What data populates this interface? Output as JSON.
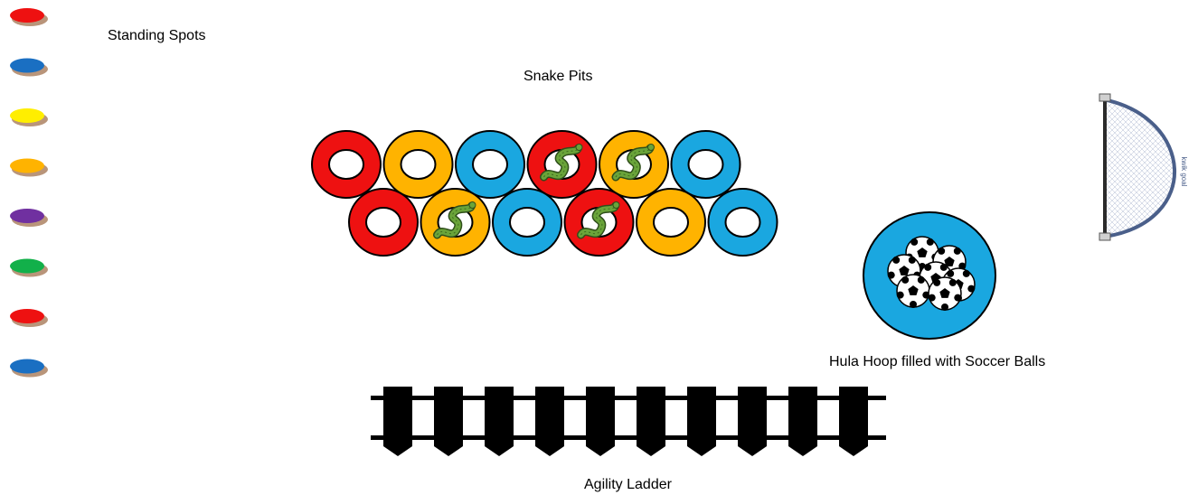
{
  "labels": {
    "standing_spots": "Standing Spots",
    "snake_pits": "Snake Pits",
    "hula_hoop": "Hula Hoop filled with Soccer Balls",
    "agility_ladder": "Agility Ladder",
    "goal_brand": "kwik goal"
  },
  "colors": {
    "red": "#ee1111",
    "orange": "#ffb300",
    "blue": "#1aa7e0",
    "spot_blue": "#1a6fc2",
    "yellow": "#ffee00",
    "purple": "#7030a0",
    "green": "#12b04a",
    "spot_shadow": "#b9957a",
    "snake": "#6aa43a",
    "net_frame": "#4a5f8a"
  },
  "standing_spots": [
    {
      "color": "red"
    },
    {
      "color": "spot_blue"
    },
    {
      "color": "yellow"
    },
    {
      "color": "orange"
    },
    {
      "color": "purple"
    },
    {
      "color": "green"
    },
    {
      "color": "red"
    },
    {
      "color": "spot_blue"
    }
  ],
  "snake_pits": {
    "top_row": [
      {
        "color": "red",
        "snake": false
      },
      {
        "color": "orange",
        "snake": false
      },
      {
        "color": "blue",
        "snake": false
      },
      {
        "color": "red",
        "snake": true
      },
      {
        "color": "orange",
        "snake": true
      },
      {
        "color": "blue",
        "snake": false
      }
    ],
    "bottom_row": [
      {
        "color": "red",
        "snake": false
      },
      {
        "color": "orange",
        "snake": true
      },
      {
        "color": "blue",
        "snake": false
      },
      {
        "color": "red",
        "snake": true
      },
      {
        "color": "orange",
        "snake": false
      },
      {
        "color": "blue",
        "snake": false
      }
    ]
  },
  "agility_ladder": {
    "rungs": 10
  },
  "hula_hoop": {
    "color": "blue",
    "balls": 7
  }
}
